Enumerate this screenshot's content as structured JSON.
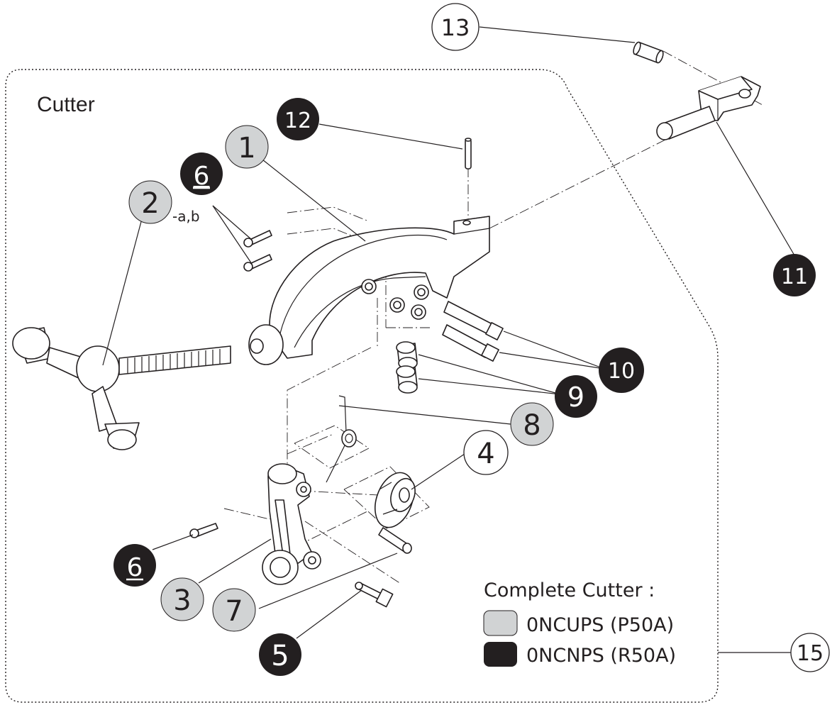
{
  "diagram": {
    "section_title": "Cutter",
    "colors": {
      "grey_fill": "#d1d3d4",
      "black_fill": "#231f20",
      "white_fill": "#ffffff",
      "line": "#231f20"
    },
    "callouts": [
      {
        "id": "c1",
        "label": "1",
        "style": "grey"
      },
      {
        "id": "c2",
        "label": "2",
        "suffix": "-a,b",
        "style": "grey"
      },
      {
        "id": "c3",
        "label": "3",
        "style": "grey"
      },
      {
        "id": "c4",
        "label": "4",
        "style": "white"
      },
      {
        "id": "c5",
        "label": "5",
        "style": "black"
      },
      {
        "id": "c6a",
        "label": "6",
        "style": "black",
        "underline": true
      },
      {
        "id": "c6b",
        "label": "6",
        "style": "black",
        "underline": true
      },
      {
        "id": "c7",
        "label": "7",
        "style": "grey"
      },
      {
        "id": "c8",
        "label": "8",
        "style": "grey"
      },
      {
        "id": "c9",
        "label": "9",
        "style": "black"
      },
      {
        "id": "c10",
        "label": "10",
        "style": "black"
      },
      {
        "id": "c11",
        "label": "11",
        "style": "black"
      },
      {
        "id": "c12",
        "label": "12",
        "style": "black"
      },
      {
        "id": "c13",
        "label": "13",
        "style": "white"
      },
      {
        "id": "c15",
        "label": "15",
        "style": "white"
      }
    ],
    "legend": {
      "title": "Complete Cutter :",
      "items": [
        {
          "swatch": "grey",
          "label": "0NCUPS (P50A)"
        },
        {
          "swatch": "black",
          "label": "0NCNPS (R50A)"
        }
      ]
    }
  }
}
